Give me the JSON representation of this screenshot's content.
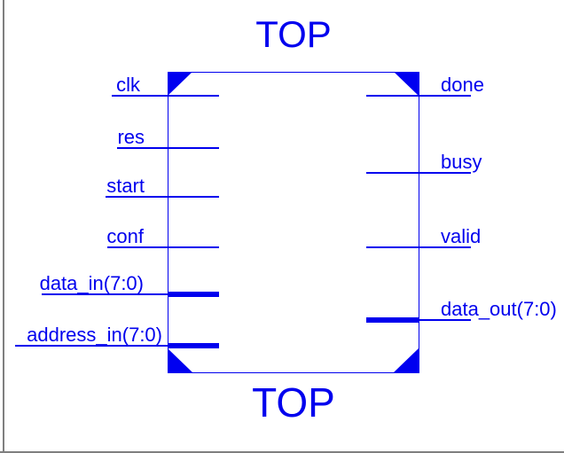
{
  "window": {
    "background": "#ffffff",
    "frame_color": "#7f7f7f"
  },
  "symbol": {
    "title_top": "TOP",
    "title_bottom": "TOP",
    "color": "#0000ee",
    "corner_color": "#0000f0",
    "left_ports": [
      {
        "name": "clk",
        "bus": false
      },
      {
        "name": "res",
        "bus": false
      },
      {
        "name": "start",
        "bus": false
      },
      {
        "name": "conf",
        "bus": false
      },
      {
        "name": "data_in(7:0)",
        "bus": true
      },
      {
        "name": "address_in(7:0)",
        "bus": true
      }
    ],
    "right_ports": [
      {
        "name": "done",
        "bus": false
      },
      {
        "name": "busy",
        "bus": false
      },
      {
        "name": "valid",
        "bus": false
      },
      {
        "name": "data_out(7:0)",
        "bus": true
      }
    ]
  }
}
